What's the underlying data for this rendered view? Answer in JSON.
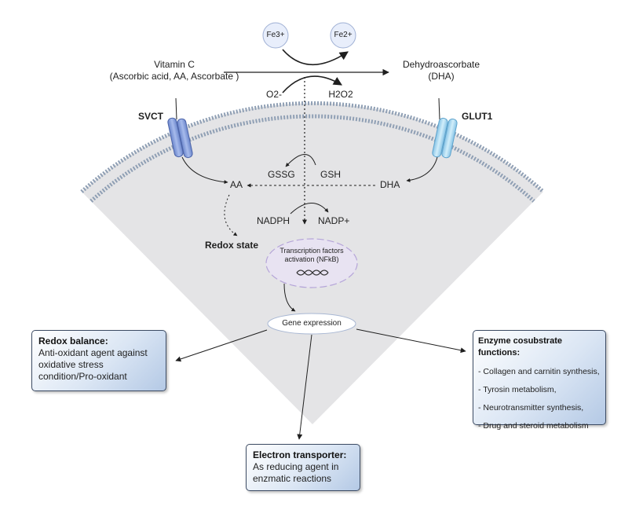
{
  "top": {
    "fe3": "Fe3+",
    "fe2": "Fe2+",
    "vitc_line1": "Vitamin C",
    "vitc_line2": "(Ascorbic acid, AA, Ascorbate )",
    "dha_line1": "Dehydroascorbate",
    "dha_line2": "(DHA)",
    "o2": "O2-",
    "h2o2": "H2O2"
  },
  "membrane": {
    "svct": "SVCT",
    "glut1": "GLUT1",
    "svct_color": "#8aa2dc",
    "glut1_color": "#a9d8ef"
  },
  "cell": {
    "aa": "AA",
    "gssg": "GSSG",
    "gsh": "GSH",
    "dha": "DHA",
    "nadph": "NADPH",
    "nadp": "NADP+",
    "redox_state": "Redox state",
    "tf_line1": "Transcription factors",
    "tf_line2": "activation (NFkB)",
    "gene_expression": "Gene expression",
    "sector_color": "#e4e4e6"
  },
  "boxes": {
    "redox": {
      "title": "Redox balance:",
      "lines": [
        "Anti-oxidant agent against",
        "oxidative stress",
        "condition/Pro-oxidant"
      ]
    },
    "enzyme": {
      "title": "Enzyme cosubstrate functions:",
      "items": [
        "- Collagen and carnitin synthesis,",
        "- Tyrosin metabolism,",
        "-  Neurotransmitter synthesis,",
        "- Drug and steroid metabolism"
      ]
    },
    "electron": {
      "title": "Electron transporter:",
      "lines": [
        "As reducing agent in",
        "enzmatic reactions"
      ]
    }
  }
}
